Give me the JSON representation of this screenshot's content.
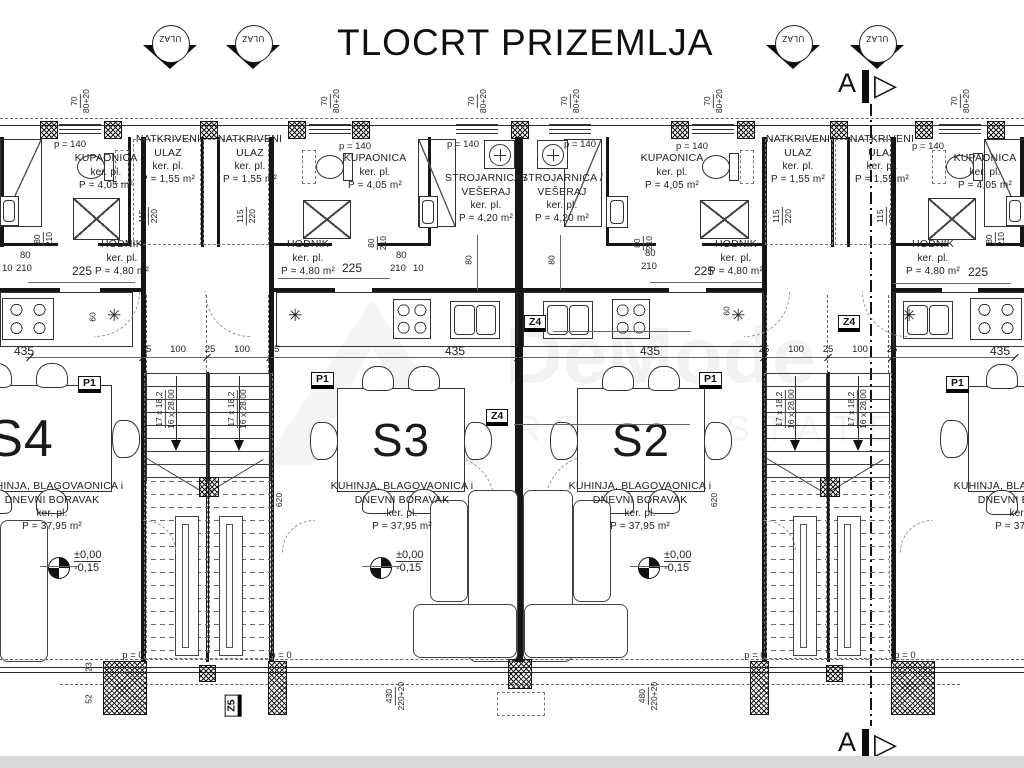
{
  "title": "TLOCRT PRIZEMLJA",
  "watermark": {
    "brand": "DeMode",
    "tagline": "REAL ESTATE"
  },
  "markers": {
    "ulaz": "ULAZ",
    "section": "A",
    "triangle": "▷",
    "asterisk": "✳"
  },
  "units": {
    "s4": "S4",
    "s3": "S3",
    "s2": "S2"
  },
  "rooms": {
    "kupaonica": {
      "l1": "KUPAONICA",
      "l2": "ker. pl.",
      "l3": "P = 4,05 m²"
    },
    "ulaz": {
      "l1": "NATKRIVENI",
      "l2": "ULAZ",
      "l3": "ker. pl.",
      "l4": "P = 1,55 m²"
    },
    "hodnik": {
      "l1": "HODNIK",
      "l2": "ker. pl.",
      "l3": "P = 4,80 m²"
    },
    "strojarnica": {
      "l1": "STROJARNICA /",
      "l2": "VEŠERAJ",
      "l3": "ker. pl.",
      "l4": "P = 4,20 m²"
    },
    "living": {
      "l1": "KUHINJA, BLAGOVAONICA i",
      "l2": "DNEVNI BORAVAK",
      "l3": "ker. pl.",
      "l4": "P = 37,95 m²"
    }
  },
  "stairs": {
    "risers": "17 x 18,2",
    "treads": "16 x 28,00"
  },
  "elevation": {
    "above": "±0,00",
    "below": "-0,15"
  },
  "tags": {
    "p1": "P1",
    "z4": "Z4",
    "z5": "Z5"
  },
  "dims": {
    "d70": "70",
    "d8020": "80+20",
    "d225": "225",
    "d80": "80",
    "d210": "210",
    "d10": "10",
    "d115": "115",
    "d220": "220",
    "d435": "435",
    "d25": "25",
    "d100": "100",
    "d60": "60",
    "d620": "620",
    "d430": "430",
    "d480": "480",
    "d22020": "220+20",
    "d52": "52",
    "d23": "23",
    "p140": "p = 140",
    "p0": "p = 0"
  }
}
